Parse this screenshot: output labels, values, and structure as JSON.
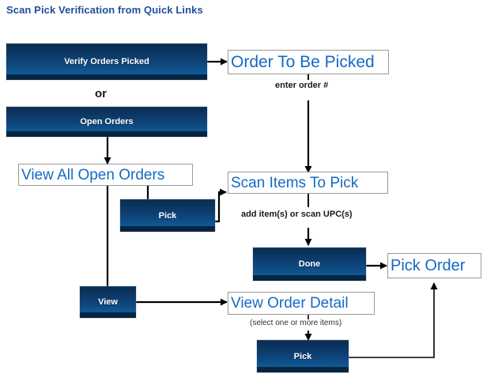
{
  "page": {
    "title": "Scan Pick Verification from Quick Links",
    "title_color": "#1F4E9C",
    "background": "#ffffff"
  },
  "theme": {
    "button_gradient_top": "#0a2d4f",
    "button_gradient_bottom": "#0e63a3",
    "button_foot": "#072540",
    "button_text": "#ffffff",
    "link_text": "#1569C7",
    "link_border": "#9a9a9a",
    "wire": "#000000"
  },
  "buttons": [
    {
      "id": "verify-orders-picked",
      "label": "Verify Orders Picked"
    },
    {
      "id": "open-orders",
      "label": "Open Orders"
    },
    {
      "id": "pick-from-open-list",
      "label": "Pick"
    },
    {
      "id": "done",
      "label": "Done"
    },
    {
      "id": "view",
      "label": "View"
    },
    {
      "id": "pick-from-detail",
      "label": "Pick"
    }
  ],
  "screens": [
    {
      "id": "order-to-be-picked",
      "label": "Order To Be Picked"
    },
    {
      "id": "view-all-open-orders",
      "label": "View All Open Orders"
    },
    {
      "id": "scan-items-to-pick",
      "label": "Scan Items To Pick"
    },
    {
      "id": "pick-order",
      "label": "Pick Order"
    },
    {
      "id": "view-order-detail",
      "label": "View Order Detail"
    }
  ],
  "captions": {
    "or": "or",
    "enter_order": "enter order #",
    "add_items": "add item(s) or scan UPC(s)",
    "select_items": "(select one or more items)"
  }
}
